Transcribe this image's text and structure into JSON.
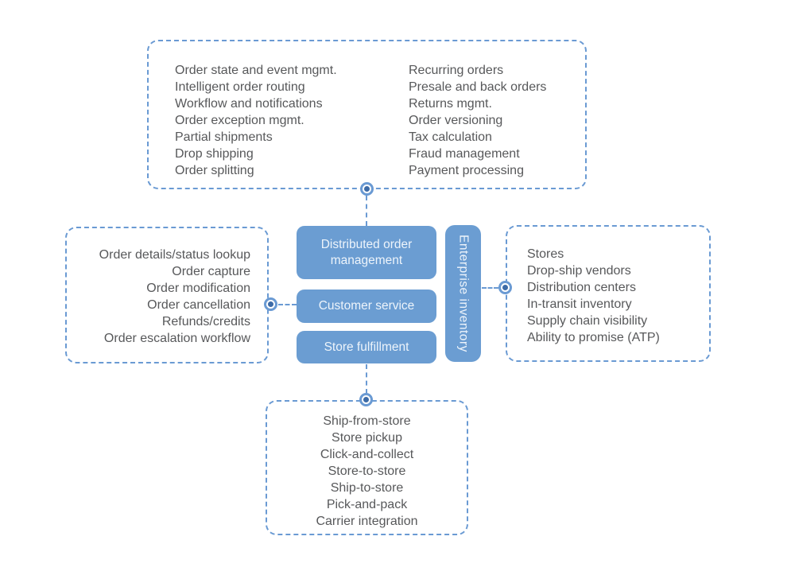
{
  "colors": {
    "box_blue": "#6b9dd2",
    "dash_blue": "#6a9ad3",
    "node_inner_blue": "#3d6ba7",
    "list_text_gray": "#57585a",
    "box_text": "#edf4fb",
    "background": "#ffffff"
  },
  "center": {
    "distributed_order_management": "Distributed order management",
    "customer_service": "Customer service",
    "store_fulfillment": "Store fulfillment",
    "enterprise_inventory": "Enterprise inventory"
  },
  "top_panel": {
    "col_left": [
      "Order state and event mgmt.",
      "Intelligent order routing",
      "Workflow and notifications",
      "Order exception mgmt.",
      "Partial shipments",
      "Drop shipping",
      "Order splitting"
    ],
    "col_right": [
      "Recurring orders",
      "Presale and back orders",
      "Returns mgmt.",
      "Order versioning",
      "Tax calculation",
      "Fraud management",
      "Payment processing"
    ]
  },
  "left_panel": {
    "items": [
      "Order details/status lookup",
      "Order capture",
      "Order modification",
      "Order cancellation",
      "Refunds/credits",
      "Order escalation workflow"
    ]
  },
  "right_panel": {
    "items": [
      "Stores",
      "Drop-ship vendors",
      "Distribution centers",
      "In-transit inventory",
      "Supply chain visibility",
      "Ability to promise (ATP)"
    ]
  },
  "bottom_panel": {
    "items": [
      "Ship-from-store",
      "Store pickup",
      "Click-and-collect",
      "Store-to-store",
      "Ship-to-store",
      "Pick-and-pack",
      "Carrier integration"
    ]
  }
}
